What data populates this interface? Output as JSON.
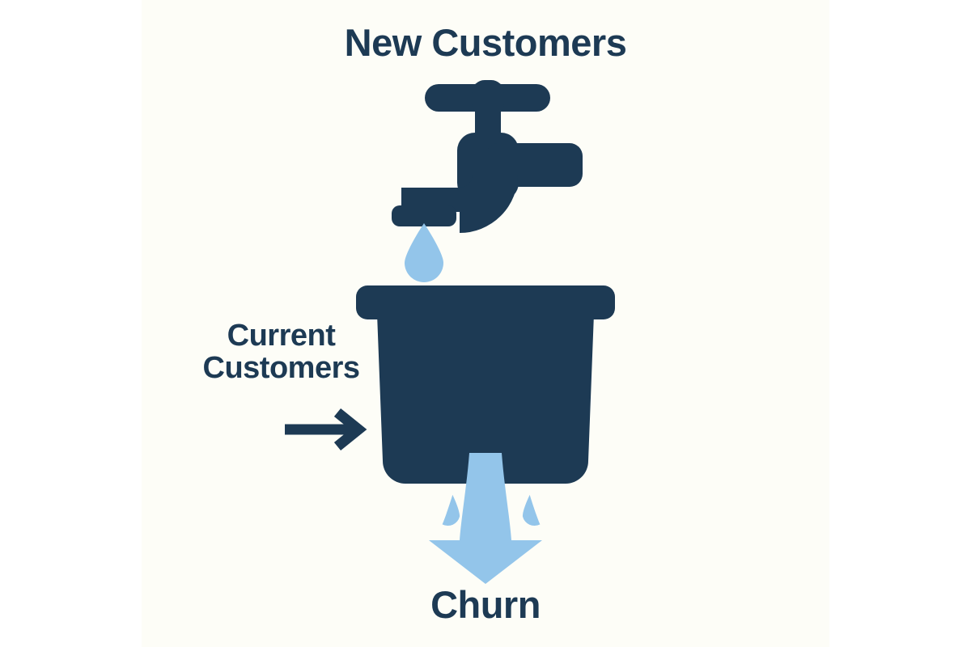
{
  "diagram": {
    "title": "Leaky Bucket Customer Churn Diagram",
    "background_color": "#ffffff",
    "panel_color": "#fdfdf7",
    "dark_color": "#1d3a54",
    "water_color": "#93c5ea",
    "labels": {
      "new_customers": "New Customers",
      "current_customers_line1": "Current",
      "current_customers_line2": "Customers",
      "churn": "Churn"
    },
    "icons": {
      "faucet": "faucet-icon",
      "drip_drop": "water-drop-icon",
      "bucket": "bucket-icon",
      "inflow_arrow": "arrow-right-icon",
      "churn_arrow": "arrow-down-icon",
      "splash_left": "water-drop-icon",
      "splash_right": "water-drop-icon"
    }
  }
}
